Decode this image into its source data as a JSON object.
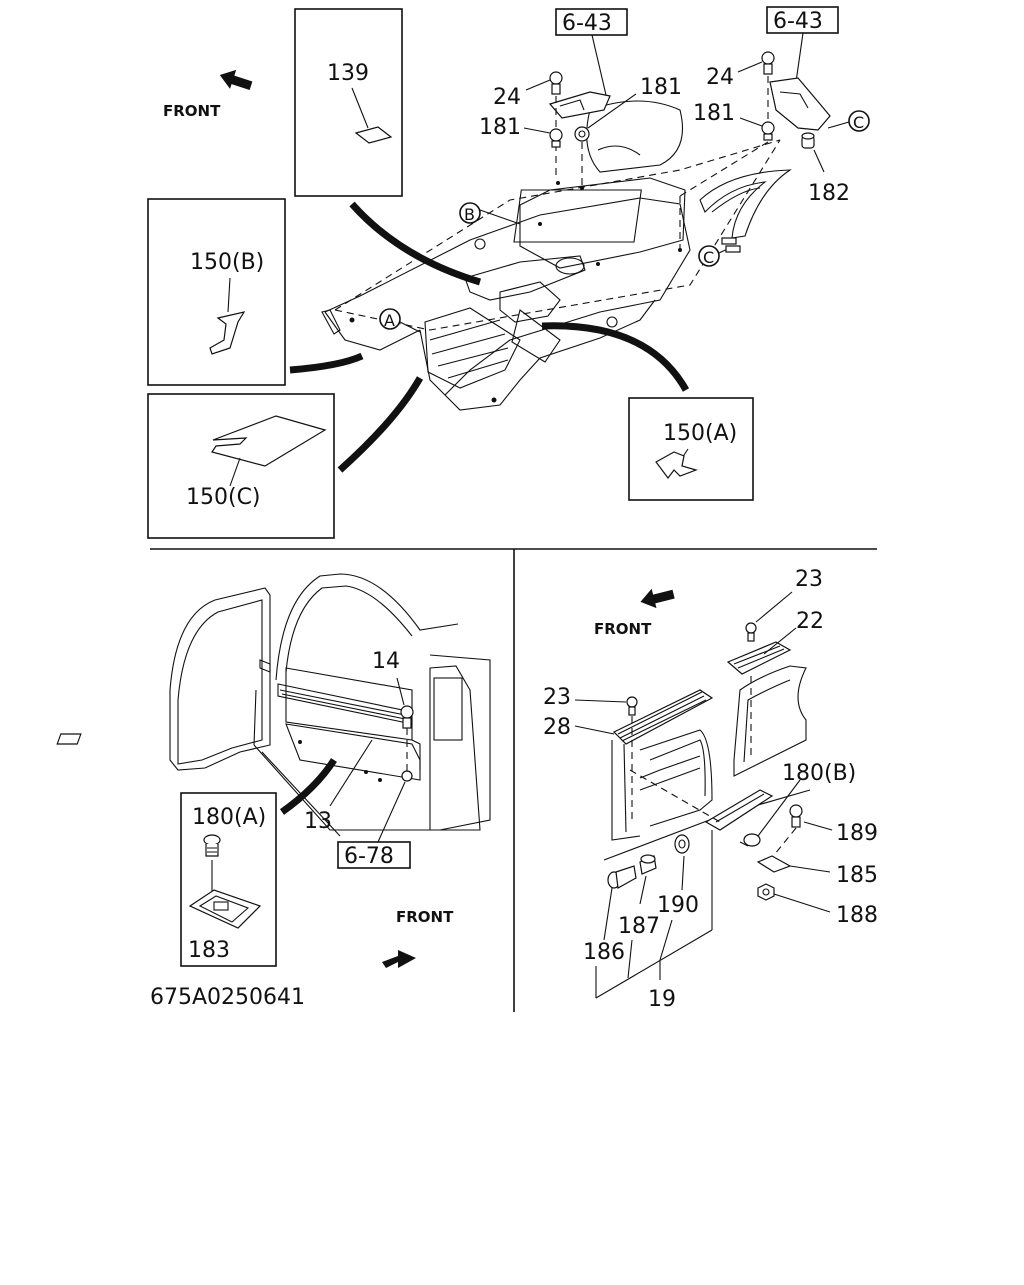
{
  "labels": {
    "ref_643_left": "6-43",
    "ref_643_right": "6-43",
    "ref_678": "6-78",
    "p139": "139",
    "p24_a": "24",
    "p24_b": "24",
    "p181_a": "181",
    "p181_b": "181",
    "p181_c": "181",
    "p182": "182",
    "p150b": "150(B)",
    "p150c": "150(C)",
    "p150a": "150(A)",
    "p14": "14",
    "p13": "13",
    "p180a": "180(A)",
    "p183": "183",
    "p23_a": "23",
    "p22": "22",
    "p23_b": "23",
    "p28": "28",
    "p180b": "180(B)",
    "p189": "189",
    "p185": "185",
    "p188": "188",
    "p190": "190",
    "p187": "187",
    "p186": "186",
    "p19": "19",
    "callout_a": "A",
    "callout_b": "B",
    "callout_c1": "C",
    "callout_c2": "C",
    "front_top": "FRONT",
    "front_mid": "FRONT",
    "front_bottom": "FRONT",
    "drawing_code": "675A0250641"
  },
  "icons": {
    "front_arrow": "direction-arrow-icon"
  }
}
